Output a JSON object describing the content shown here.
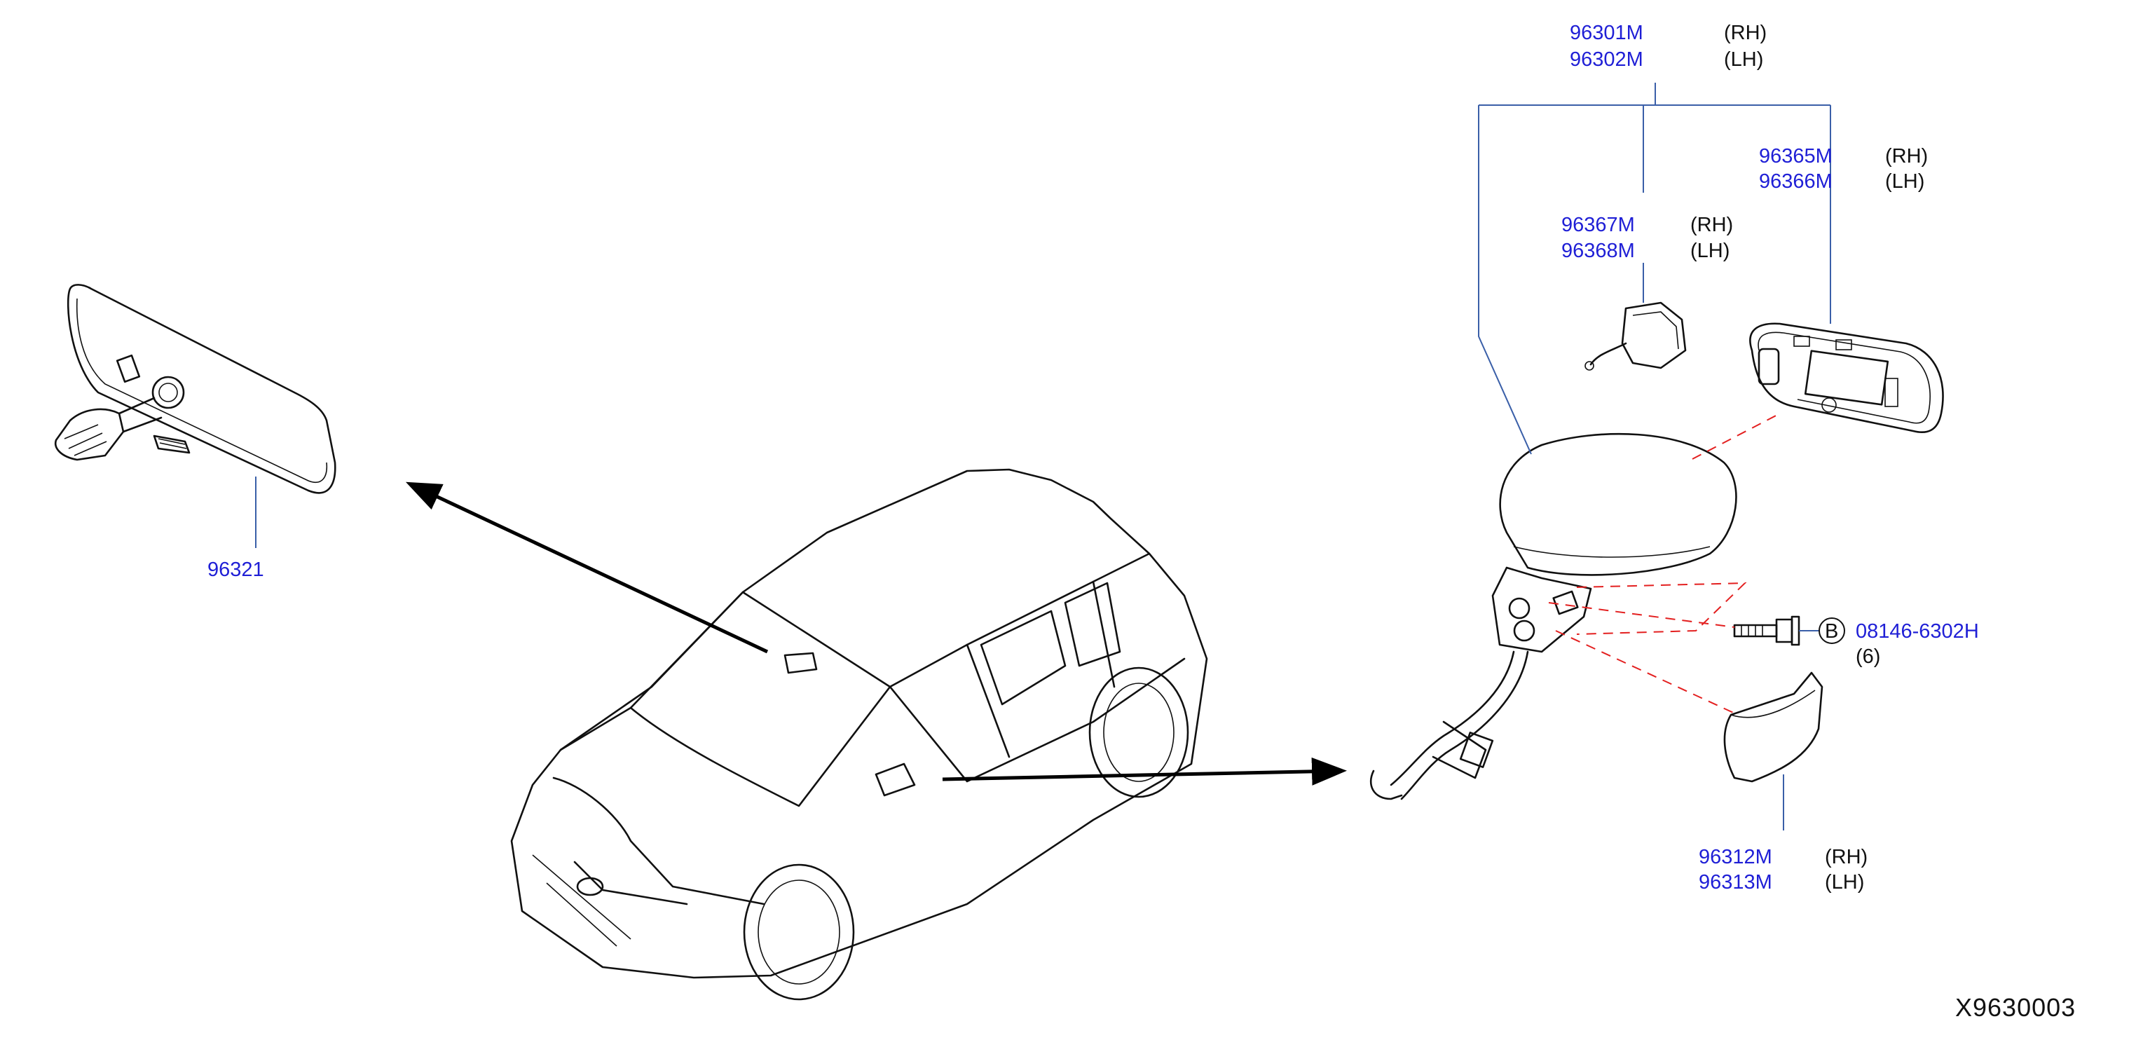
{
  "parts": {
    "mirror_assy": {
      "part_rh": "96301M",
      "side_rh": "(RH)",
      "part_lh": "96302M",
      "side_lh": "(LH)"
    },
    "mirror_glass": {
      "part_rh": "96365M",
      "side_rh": "(RH)",
      "part_lh": "96366M",
      "side_lh": "(LH)"
    },
    "actuator": {
      "part_rh": "96367M",
      "side_rh": "(RH)",
      "part_lh": "96368M",
      "side_lh": "(LH)"
    },
    "inside_mirror": {
      "part": "96321"
    },
    "cover": {
      "part_rh": "96312M",
      "side_rh": "(RH)",
      "part_lh": "96313M",
      "side_lh": "(LH)"
    },
    "bolt": {
      "callout": "B",
      "part": "08146-6302H",
      "qty": "(6)"
    }
  },
  "diagram_code": "X9630003"
}
